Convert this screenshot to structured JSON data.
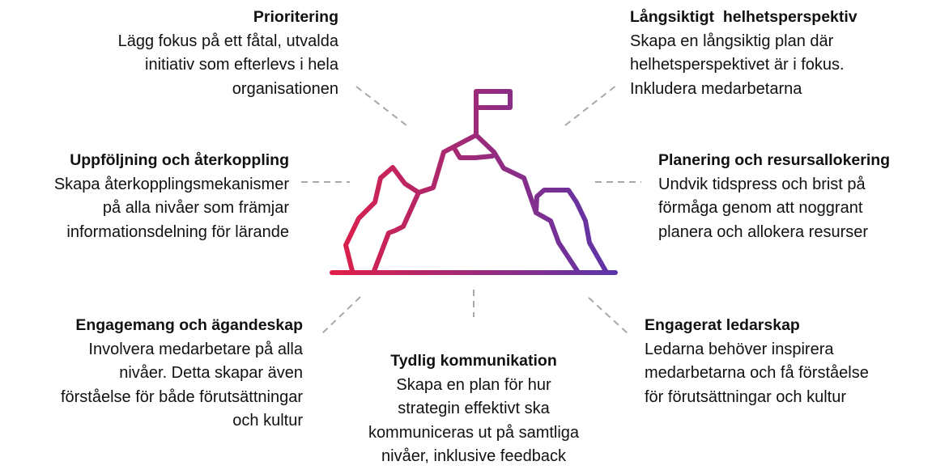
{
  "colors": {
    "gradient_start": "#e01f48",
    "gradient_end": "#5a35aa",
    "dash": "#a8a8a8"
  },
  "icon": "mountain-with-flag-icon",
  "items": [
    {
      "title": "Prioritering",
      "lines": [
        "Lägg fokus på ett fåtal, utvalda",
        "initiativ som efterlevs i hela",
        "organisationen"
      ]
    },
    {
      "title": "Långsiktigt  helhetsperspektiv",
      "lines": [
        "Skapa en långsiktig plan där",
        "helhetsperspektivet är i fokus.",
        "Inkludera medarbetarna"
      ]
    },
    {
      "title": "Uppföljning och återkoppling",
      "lines": [
        "Skapa återkopplingsmekanismer",
        "på alla nivåer som främjar",
        "informationsdelning för lärande"
      ]
    },
    {
      "title": "Planering och resursallokering",
      "lines": [
        "Undvik tidspress och brist på",
        "förmåga genom att noggrant",
        "planera och allokera resurser"
      ]
    },
    {
      "title": "Engagemang och ägandeskap",
      "lines": [
        "Involvera medarbetare på alla",
        "nivåer. Detta skapar även",
        "förståelse för både förutsättningar",
        "och kultur"
      ]
    },
    {
      "title": "Tydlig kommunikation",
      "lines": [
        "Skapa en plan för hur",
        "strategin effektivt ska",
        "kommuniceras ut på samtliga",
        "nivåer, inklusive feedback"
      ]
    },
    {
      "title": "Engagerat ledarskap",
      "lines": [
        "Ledarna behöver inspirera",
        "medarbetarna och få förståelse",
        "för förutsättningar och kultur"
      ]
    }
  ]
}
